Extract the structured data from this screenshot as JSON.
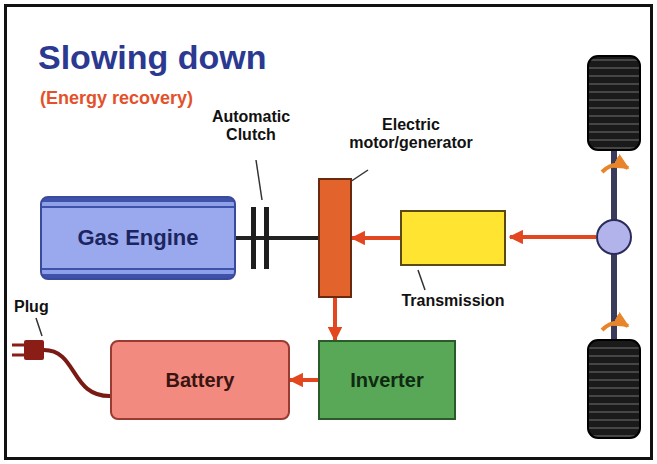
{
  "diagram": {
    "title": "Slowing down",
    "nodes": [
      {
        "text": [
          "Gas Engine"
        ]
      },
      {
        "text": [
          "Electric motor/generator"
        ]
      },
      {
        "text": [
          "Transmission"
        ]
      },
      {
        "text": [
          "Battery"
        ]
      },
      {
        "text": [
          "Inverter"
        ]
      }
    ],
    "edges": [
      {
        "from": 0,
        "to": 1,
        "arrow": "none"
      },
      {
        "from": 2,
        "to": 1,
        "arrow": "to"
      },
      {
        "from": 1,
        "to": 4,
        "arrow": "to"
      },
      {
        "from": 4,
        "to": 3,
        "arrow": "to"
      }
    ],
    "labels": [
      "(Energy recovery)",
      "Automatic Clutch",
      "Plug"
    ]
  }
}
